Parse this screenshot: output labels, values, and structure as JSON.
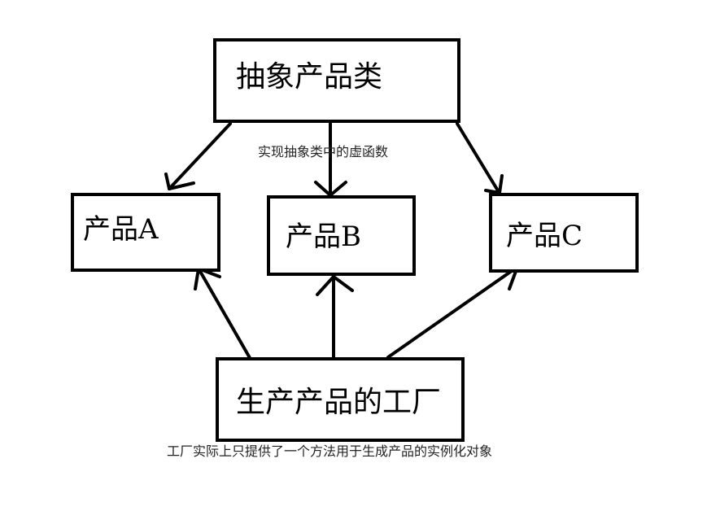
{
  "diagram": {
    "abstract_product": "抽象产品类",
    "product_a": "产品A",
    "product_b": "产品B",
    "product_c": "产品C",
    "factory": "生产产品的工厂",
    "note_virtual_functions": "实现抽象类中的虚函数",
    "note_factory": "工厂实际上只提供了一个方法用于生成产品的实例化对象"
  }
}
